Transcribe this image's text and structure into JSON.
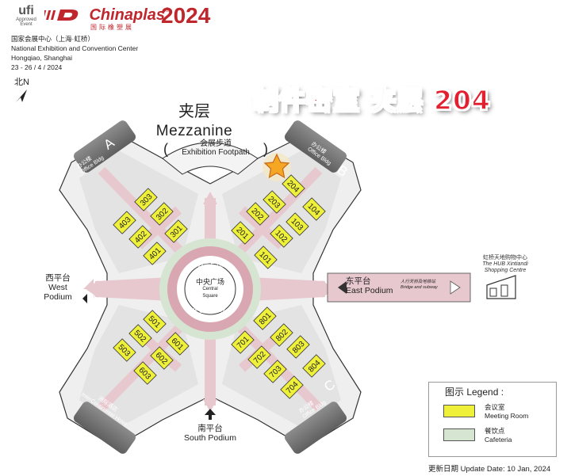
{
  "header": {
    "ufi_logo": "ufi",
    "ufi_sub_1": "Approved",
    "ufi_sub_2": "Event",
    "brand_name": "Chinaplas",
    "brand_mark": "®",
    "brand_year": "2024",
    "brand_sub": "国际橡塑展",
    "venue_zh": "国家会展中心（上海·虹桥）",
    "venue_en_1": "National Exhibition and Convention Center",
    "venue_en_2": "Hongqiao, Shanghai",
    "dates": "23 - 26 / 4 / 2024"
  },
  "north_label": "北N",
  "floor": {
    "zh": "夹层",
    "en": "Mezzanine"
  },
  "footpath": {
    "zh": "会展步道",
    "en": "Exhibition Footpath"
  },
  "banner": "制件密室 夹层 204",
  "buildings": {
    "a": {
      "letter": "A",
      "zh": "办公楼",
      "en": "Office Bldg"
    },
    "b": {
      "letter": "B",
      "zh": "办公楼",
      "en": "Office Bldg"
    },
    "c": {
      "letter": "C",
      "zh": "办公楼",
      "en": "Office Bldg"
    },
    "hotel": {
      "zh": "洲际酒店",
      "en": "InterContinental Hotel"
    }
  },
  "plaza": {
    "ring_zh": "商业广场",
    "ring_en": "NECC PLAZA",
    "center_zh": "中央广场",
    "center_en_1": "Central",
    "center_en_2": "Square"
  },
  "podiums": {
    "west_zh": "西平台",
    "west_en_1": "West",
    "west_en_2": "Podium",
    "south_zh": "南平台",
    "south_en": "South Podium",
    "east_zh": "东平台",
    "east_en": "East Podium",
    "bridge_zh": "人行天桥及地铁站",
    "bridge_en": "Bridge and subway"
  },
  "hub": {
    "zh": "虹桥天地购物中心",
    "en_1": "The HUB Xintiandi",
    "en_2": "Shopping Centre"
  },
  "rooms": {
    "nw": [
      "303",
      "403",
      "302",
      "402",
      "301",
      "401"
    ],
    "ne": [
      "204",
      "203",
      "104",
      "202",
      "103",
      "201",
      "102",
      "101"
    ],
    "sw": [
      "501",
      "502",
      "601",
      "503",
      "602",
      "603"
    ],
    "se": [
      "801",
      "701",
      "802",
      "702",
      "803",
      "703",
      "804",
      "704"
    ]
  },
  "legend": {
    "title": "图示 Legend :",
    "meeting_zh": "会议室",
    "meeting_en": "Meeting Room",
    "cafe_zh": "餐饮点",
    "cafe_en": "Cafeteria"
  },
  "update": "更新日期 Update Date: 10 Jan, 2024",
  "colors": {
    "meeting": "#eef03a",
    "cafeteria": "#d6e5d2",
    "corridor": "#e8c8cf",
    "banner": "#e2202f",
    "brand": "#c0272d"
  }
}
